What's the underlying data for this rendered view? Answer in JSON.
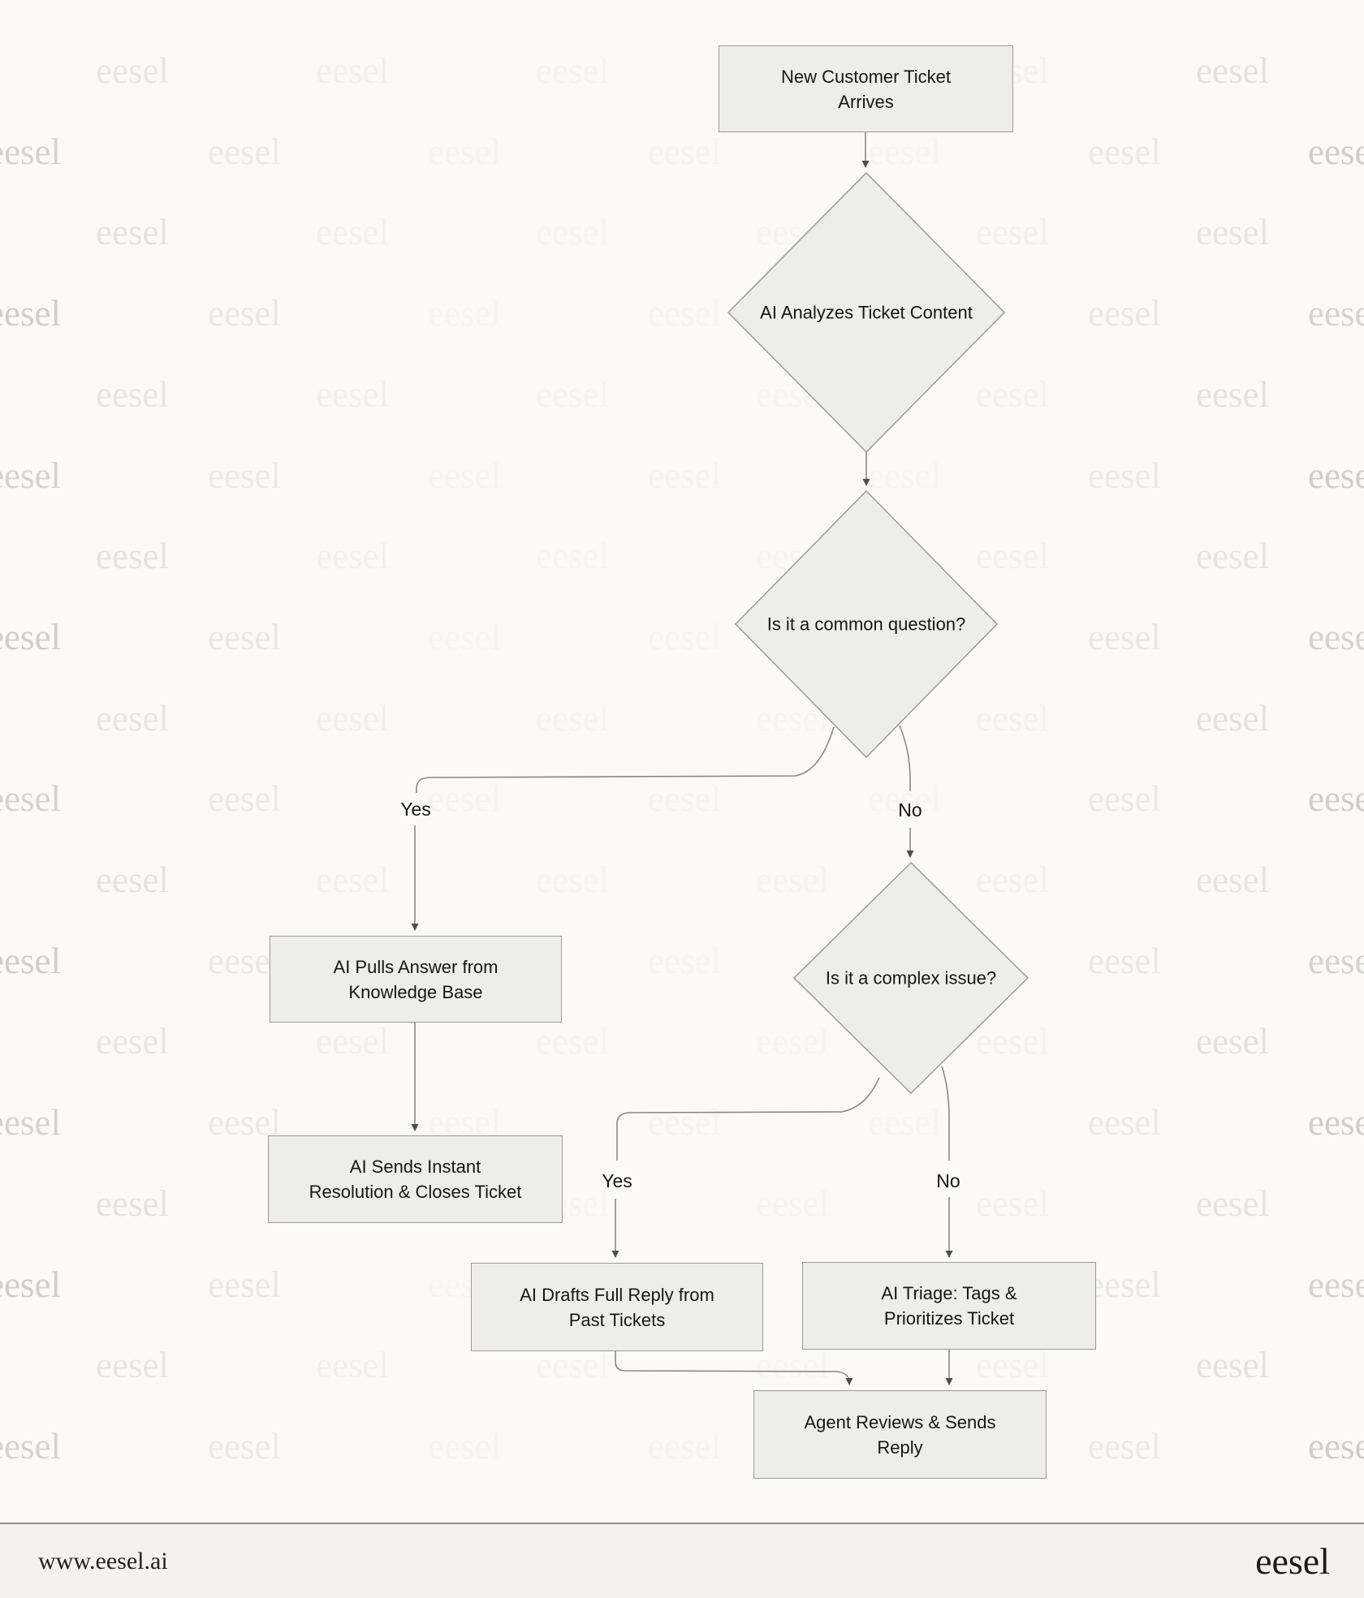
{
  "watermark": {
    "text": "eesel"
  },
  "footer": {
    "website": "www.eesel.ai",
    "logo_text": "eesel"
  },
  "flowchart": {
    "nodes": {
      "start": {
        "label": "New Customer Ticket\nArrives"
      },
      "analyze": {
        "label": "AI Analyzes Ticket Content"
      },
      "common_question": {
        "label": "Is it a common question?"
      },
      "pull_answer": {
        "label": "AI Pulls Answer from\nKnowledge Base"
      },
      "instant_resolution": {
        "label": "AI Sends Instant\nResolution & Closes Ticket"
      },
      "complex_issue": {
        "label": "Is it a complex issue?"
      },
      "draft_reply": {
        "label": "AI Drafts Full Reply from\nPast Tickets"
      },
      "triage": {
        "label": "AI Triage: Tags &\nPrioritizes Ticket"
      },
      "agent_review": {
        "label": "Agent Reviews & Sends\nReply"
      }
    },
    "edge_labels": {
      "common_yes": "Yes",
      "common_no": "No",
      "complex_yes": "Yes",
      "complex_no": "No"
    },
    "colors": {
      "page_bg": "#fbfaf8",
      "node_fill": "#ededec",
      "node_border": "#9b9b9b",
      "edge_line": "#8a8a8a",
      "arrowhead": "#4e4e4e"
    }
  }
}
